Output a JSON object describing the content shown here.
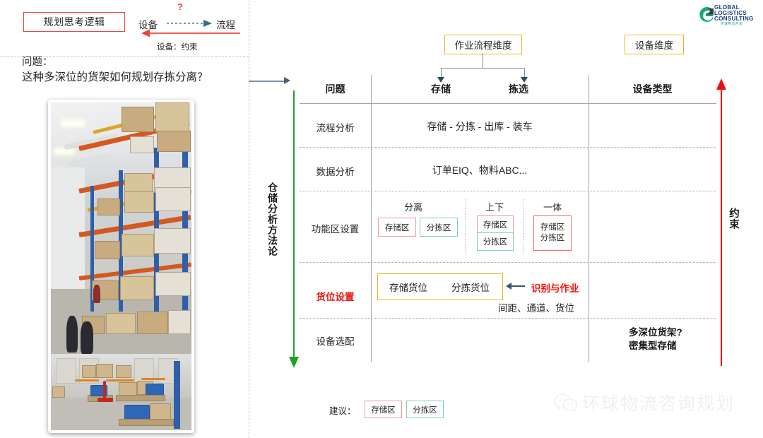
{
  "header": {
    "title_box": "规划思考逻辑",
    "mini_diagram": {
      "left_label": "设备",
      "right_label": "流程",
      "question_mark": "?",
      "caption": "设备：约束"
    },
    "logo": {
      "line1": "GLOBAL",
      "line2": "LOGISTICS",
      "line3": "CONSULTING",
      "cn": "环球物流咨询",
      "mark": "g-circular-arrow"
    }
  },
  "question": {
    "label": "问题：",
    "text": "这种多深位的货架如何规划存拣分离？"
  },
  "photo": {
    "caption_top": "warehouse-racking-photo",
    "caption_bottom": "warehouse-floor-photo"
  },
  "methodology": {
    "vertical_label": "仓储分析方法论",
    "arrow_color": "#21a021"
  },
  "constraint": {
    "vertical_label": "约束",
    "arrow_color": "#e81010"
  },
  "dimensions": {
    "process": "作业流程维度",
    "equipment": "设备维度"
  },
  "matrix": {
    "headers": {
      "question": "问题",
      "storage": "存储",
      "picking": "拣选",
      "equipment_type": "设备类型"
    },
    "rows": [
      {
        "label": "流程分析",
        "center": "存储 - 分拣 - 出库 - 装车",
        "right": ""
      },
      {
        "label": "数据分析",
        "center": "订单EIQ、物料ABC...",
        "right": ""
      },
      {
        "label": "功能区设置",
        "center": "",
        "right": ""
      },
      {
        "label": "货位设置",
        "center": "",
        "right": ""
      },
      {
        "label": "设备选配",
        "center": "",
        "right": "多深位货架?\n密集型存储"
      }
    ],
    "zone_row": {
      "groups": [
        {
          "title": "分离",
          "chips": [
            "存储区",
            "分拣区"
          ]
        },
        {
          "title": "上下",
          "chips": [
            "存储区",
            "分拣区"
          ]
        },
        {
          "title": "一体",
          "chips": [
            "存储区\n分拣区"
          ]
        }
      ]
    },
    "slot_row": {
      "box_left": "存储货位",
      "box_right": "分拣货位",
      "annotation_red": "识别与作业",
      "annotation_gray": "间距、通道、货位"
    },
    "equipment_row": {
      "line1": "多深位货架?",
      "line2": "密集型存储"
    }
  },
  "suggestion": {
    "label": "建议：",
    "chip1": "存储区",
    "chip2": "分拣区"
  },
  "watermark": {
    "icon": "wechat-icon",
    "text": "环球物流咨询规划"
  },
  "colors": {
    "accent_red": "#e8453c",
    "accent_yellow": "#f0b518",
    "accent_green": "#21a021",
    "divider": "#9aa9b4",
    "chip_red": "#ef9a9a",
    "chip_green": "#7ed3a4",
    "highlight_red": "#e8170f"
  }
}
